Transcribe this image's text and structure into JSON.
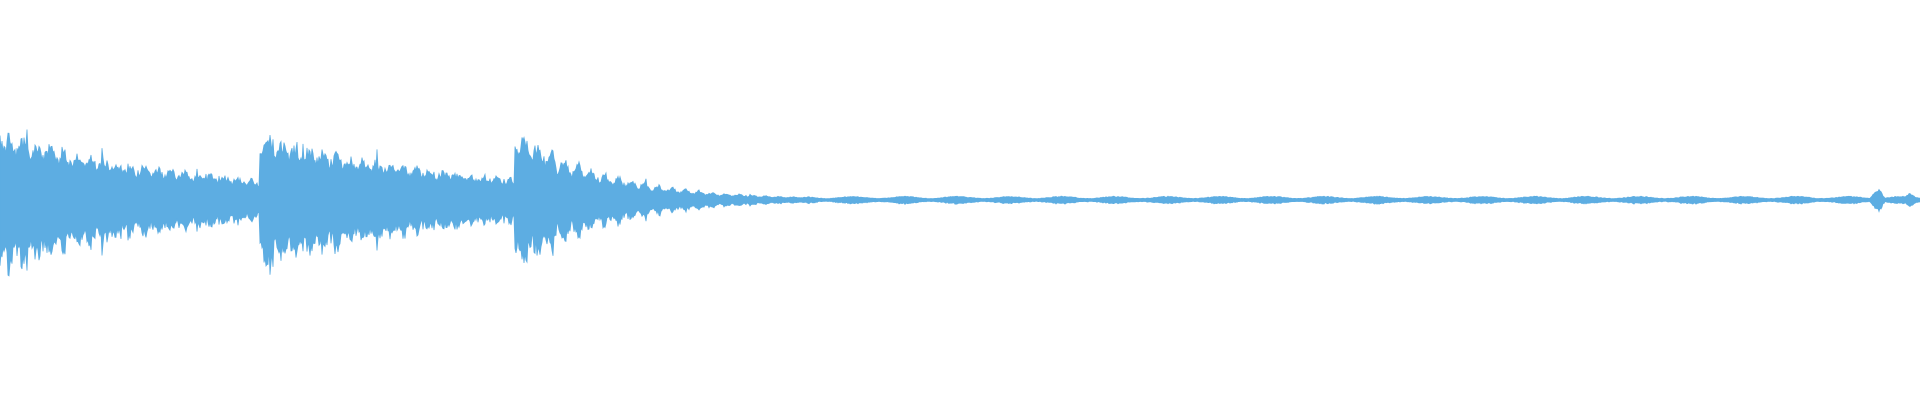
{
  "waveform": {
    "color": "#5dade2",
    "background": "#ffffff",
    "sample_rate_hint": "none",
    "segments": [
      {
        "onset": 0.0,
        "peak": 0.32,
        "decay": 0.11,
        "end": 0.135,
        "mod_depth": 0.22
      },
      {
        "onset": 0.135,
        "peak": 0.3,
        "decay": 0.12,
        "end": 0.268,
        "mod_depth": 0.2
      },
      {
        "onset": 0.268,
        "peak": 0.36,
        "decay": 0.045,
        "end": 1.0,
        "mod_depth": 0.35
      }
    ],
    "tail_floor": 0.012,
    "late_event": {
      "position": 0.978,
      "amplitude": 0.05
    },
    "late_event_2": {
      "position": 0.995,
      "amplitude": 0.03
    }
  }
}
